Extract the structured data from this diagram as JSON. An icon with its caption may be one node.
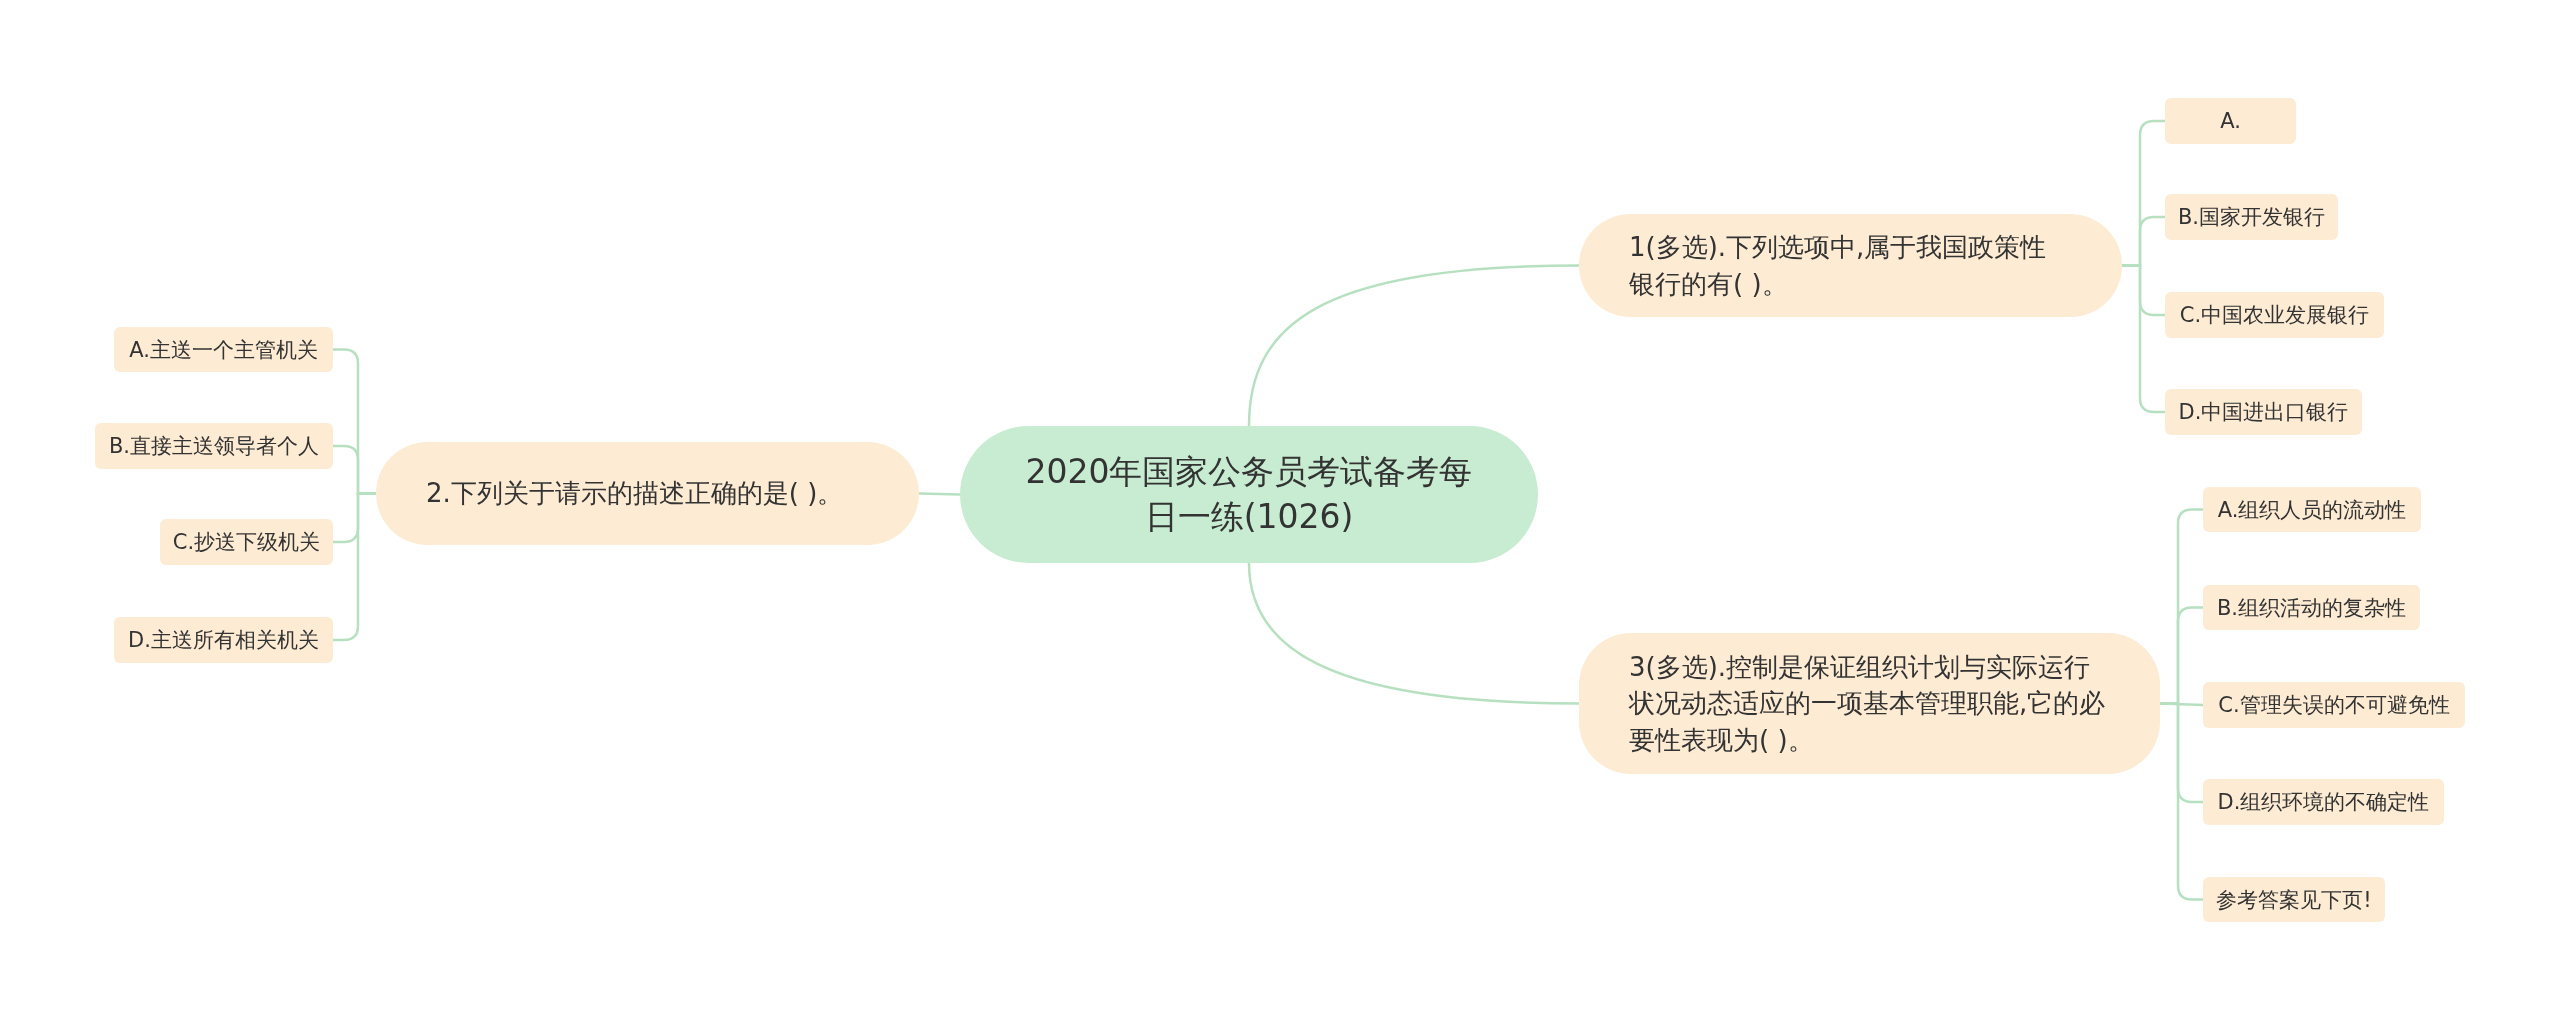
{
  "diagram": {
    "nodes": [
      {
        "text": [
          "2020年国家公务员考试备考每日一练(1026)"
        ]
      },
      {
        "text": [
          "1(多选).下列选项中,属于我国政策性银行的有( )。"
        ]
      },
      {
        "text": [
          "A."
        ]
      },
      {
        "text": [
          "B.国家开发银行"
        ]
      },
      {
        "text": [
          "C.中国农业发展银行"
        ]
      },
      {
        "text": [
          "D.中国进出口银行"
        ]
      },
      {
        "text": [
          "3(多选).控制是保证组织计划与实际运行状况动态适应的一项基本管理职能,它的必要性表现为( )。"
        ]
      },
      {
        "text": [
          "A.组织人员的流动性"
        ]
      },
      {
        "text": [
          "B.组织活动的复杂性"
        ]
      },
      {
        "text": [
          "C.管理失误的不可避免性"
        ]
      },
      {
        "text": [
          "D.组织环境的不确定性"
        ]
      },
      {
        "text": [
          "参考答案见下页!"
        ]
      },
      {
        "text": [
          "2.下列关于请示的描述正确的是( )。"
        ]
      },
      {
        "text": [
          "A.主送一个主管机关"
        ]
      },
      {
        "text": [
          "B.直接主送领导者个人"
        ]
      },
      {
        "text": [
          "C.抄送下级机关"
        ]
      },
      {
        "text": [
          "D.主送所有相关机关"
        ]
      }
    ],
    "edges": [
      {
        "from": 0,
        "to": 1,
        "arrow": "none"
      },
      {
        "from": 1,
        "to": 2,
        "arrow": "none"
      },
      {
        "from": 1,
        "to": 3,
        "arrow": "none"
      },
      {
        "from": 1,
        "to": 4,
        "arrow": "none"
      },
      {
        "from": 1,
        "to": 5,
        "arrow": "none"
      },
      {
        "from": 0,
        "to": 6,
        "arrow": "none"
      },
      {
        "from": 6,
        "to": 7,
        "arrow": "none"
      },
      {
        "from": 6,
        "to": 8,
        "arrow": "none"
      },
      {
        "from": 6,
        "to": 9,
        "arrow": "none"
      },
      {
        "from": 6,
        "to": 10,
        "arrow": "none"
      },
      {
        "from": 6,
        "to": 11,
        "arrow": "none"
      },
      {
        "from": 0,
        "to": 12,
        "arrow": "none"
      },
      {
        "from": 12,
        "to": 13,
        "arrow": "none"
      },
      {
        "from": 12,
        "to": 14,
        "arrow": "none"
      },
      {
        "from": 12,
        "to": 15,
        "arrow": "none"
      },
      {
        "from": 12,
        "to": 16,
        "arrow": "none"
      }
    ]
  }
}
